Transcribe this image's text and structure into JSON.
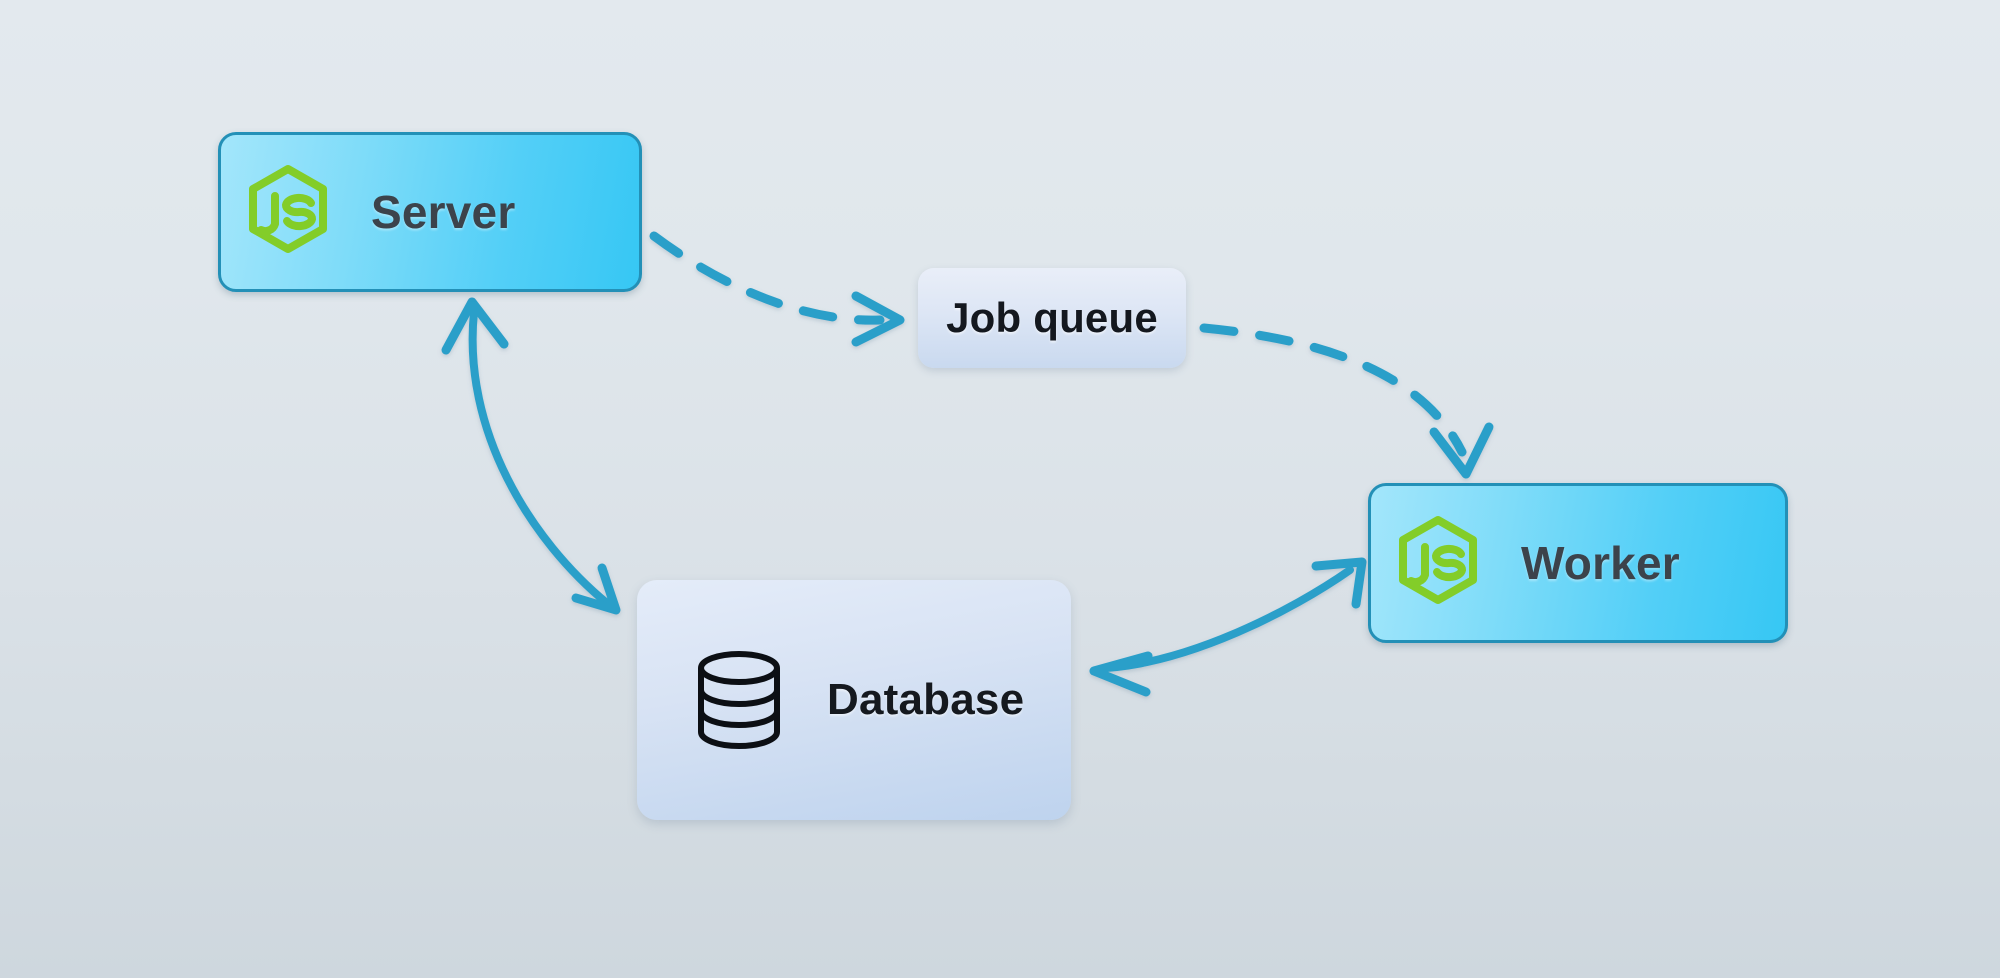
{
  "diagram": {
    "title": "Node.js server, job queue, worker and database architecture",
    "background_color_top": "#e3e9ee",
    "background_color_bottom": "#ced7de",
    "accent_color": "#2b9fc9",
    "node_fill_service": "#53cff7",
    "node_border_service": "#2390b7",
    "node_fill_plain": "#dde6f5",
    "nodejs_logo_color": "#83cd29",
    "label_color": "#3c434b"
  },
  "nodes": [
    {
      "id": "server",
      "label": "Server",
      "icon": "nodejs-logo-icon",
      "style": "service"
    },
    {
      "id": "job_queue",
      "label": "Job queue",
      "icon": "",
      "style": "plain"
    },
    {
      "id": "database",
      "label": "Database",
      "icon": "database-cylinder-icon",
      "style": "plain"
    },
    {
      "id": "worker",
      "label": "Worker",
      "icon": "nodejs-logo-icon",
      "style": "service"
    }
  ],
  "edges": [
    {
      "id": "server-to-jobqueue",
      "from": "server",
      "to": "job_queue",
      "style": "dashed",
      "direction": "one-way",
      "label": ""
    },
    {
      "id": "jobqueue-to-worker",
      "from": "job_queue",
      "to": "worker",
      "style": "dashed",
      "direction": "one-way",
      "label": ""
    },
    {
      "id": "server-database",
      "from": "server",
      "to": "database",
      "style": "solid",
      "direction": "bidirectional",
      "label": ""
    },
    {
      "id": "worker-database",
      "from": "worker",
      "to": "database",
      "style": "solid",
      "direction": "bidirectional",
      "label": ""
    }
  ]
}
